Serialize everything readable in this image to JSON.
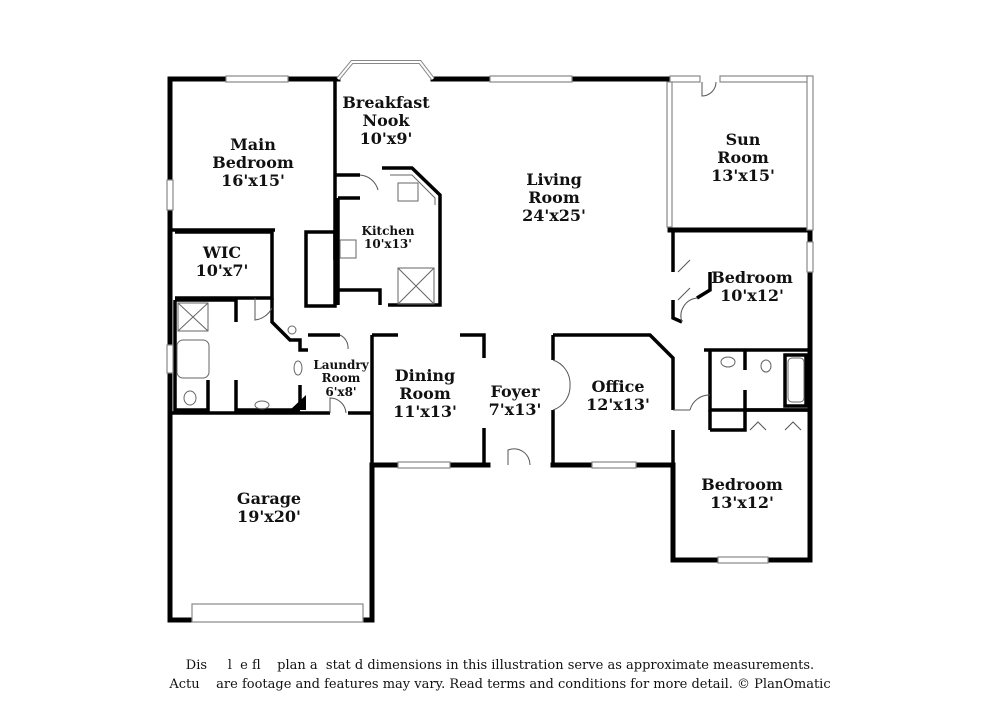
{
  "rooms": {
    "main_bedroom": {
      "name": "Main\nBedroom",
      "dim": "16'x15'"
    },
    "breakfast_nook": {
      "name": "Breakfast\nNook",
      "dim": "10'x9'"
    },
    "living_room": {
      "name": "Living\nRoom",
      "dim": "24'x25'"
    },
    "sun_room": {
      "name": "Sun\nRoom",
      "dim": "13'x15'"
    },
    "kitchen": {
      "name": "Kitchen",
      "dim": "10'x13'"
    },
    "wic": {
      "name": "WIC",
      "dim": "10'x7'"
    },
    "bedroom_2": {
      "name": "Bedroom",
      "dim": "10'x12'"
    },
    "laundry": {
      "name": "Laundry\nRoom",
      "dim": "6'x8'"
    },
    "dining_room": {
      "name": "Dining\nRoom",
      "dim": "11'x13'"
    },
    "foyer": {
      "name": "Foyer",
      "dim": "7'x13'"
    },
    "office": {
      "name": "Office",
      "dim": "12'x13'"
    },
    "bedroom_3": {
      "name": "Bedroom",
      "dim": "13'x12'"
    },
    "garage": {
      "name": "Garage",
      "dim": "19'x20'"
    }
  },
  "disclaimer": {
    "line1": "Dis     l  e fl    plan a  stat d dimensions in this illustration serve as approximate measurements.",
    "line2": "Actu    are footage and features may vary. Read terms and conditions for more detail. © PlanOmatic"
  }
}
